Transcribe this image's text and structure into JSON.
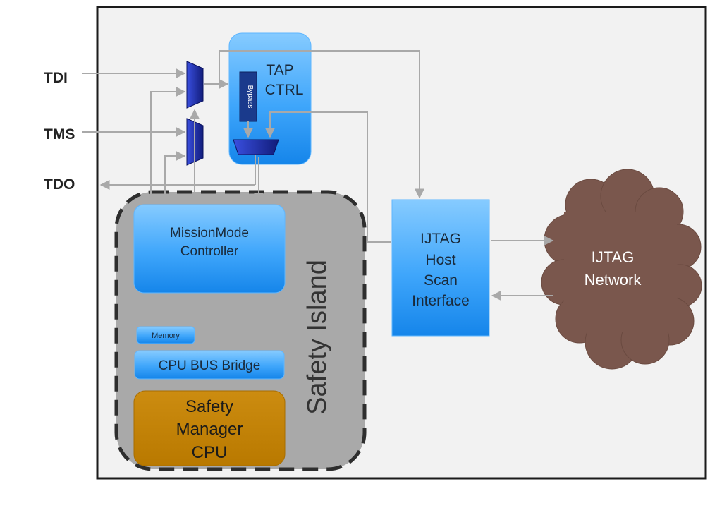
{
  "signals": {
    "tdi": "TDI",
    "tms": "TMS",
    "tdo": "TDO"
  },
  "tap": {
    "line1": "TAP",
    "line2": "CTRL",
    "bypass": "Bypass"
  },
  "safety_island": {
    "label": "Safety Island"
  },
  "mission": {
    "line1": "MissionMode",
    "line2": "Controller"
  },
  "memory": {
    "label": "Memory"
  },
  "bridge": {
    "label": "CPU BUS Bridge"
  },
  "cpu": {
    "line1": "Safety",
    "line2": "Manager",
    "line3": "CPU"
  },
  "host": {
    "line1": "IJTAG",
    "line2": "Host",
    "line3": "Scan",
    "line4": "Interface"
  },
  "network": {
    "line1": "IJTAG",
    "line2": "Network"
  },
  "colors": {
    "blue_top": "#7cc6ff",
    "blue_bottom": "#1a8cf0",
    "mux": "#1f2fb0",
    "island_fill": "#a7a7a7",
    "cpu_fill": "#c28200",
    "cloud_fill": "#7a574d",
    "connector": "#a9a9a9",
    "chip_bg": "#f2f2f2"
  }
}
